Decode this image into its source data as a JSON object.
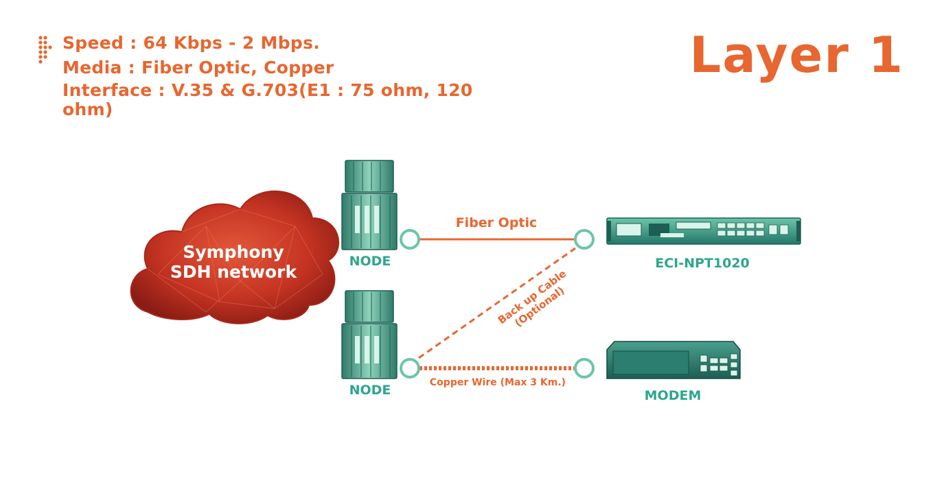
{
  "specs": {
    "speed": "Speed : 64 Kbps - 2 Mbps.",
    "media": "Media : Fiber Optic, Copper",
    "interface": "Interface : V.35 & G.703(E1 : 75 ohm, 120 ohm)"
  },
  "title": "Layer 1",
  "cloud": {
    "line1": "Symphony",
    "line2": "SDH  network"
  },
  "nodes": {
    "top_label": "NODE",
    "bottom_label": "NODE"
  },
  "links": {
    "fiber": "Fiber Optic",
    "backup_line1": "Back up Cable",
    "backup_line2": "(Optional)",
    "copper": "Copper Wire  (Max 3 Km.)"
  },
  "devices": {
    "eci": "ECI-NPT1020",
    "modem": "MODEM"
  },
  "colors": {
    "accent": "#e8662f",
    "teal": "#2fa58f",
    "connector": "#6cc5a8",
    "cloud": "#c63a24"
  }
}
